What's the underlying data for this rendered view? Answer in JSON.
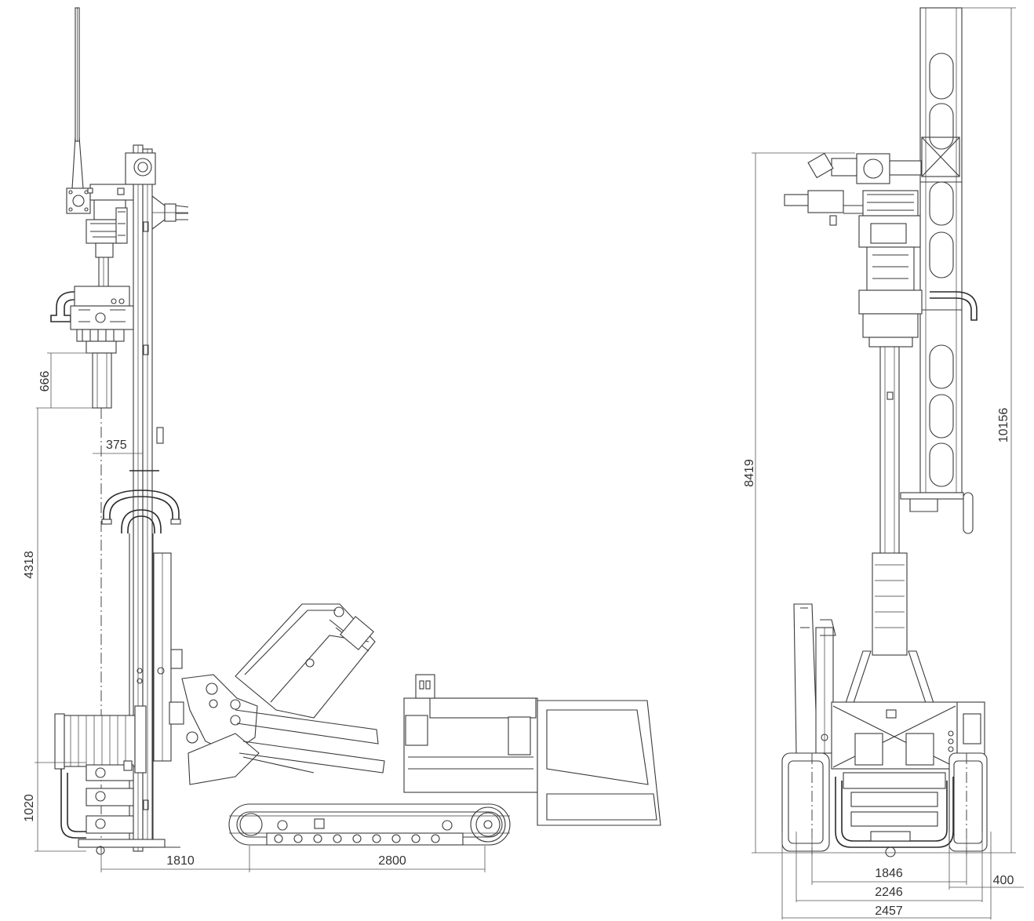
{
  "side_view": {
    "dimensions": {
      "d666": "666",
      "d375": "375",
      "d4318": "4318",
      "d1020": "1020",
      "d1810": "1810",
      "d2800": "2800"
    }
  },
  "front_view": {
    "dimensions": {
      "d8419": "8419",
      "d10156": "10156",
      "d1846": "1846",
      "d2246": "2246",
      "d2457": "2457",
      "d400": "400"
    }
  }
}
